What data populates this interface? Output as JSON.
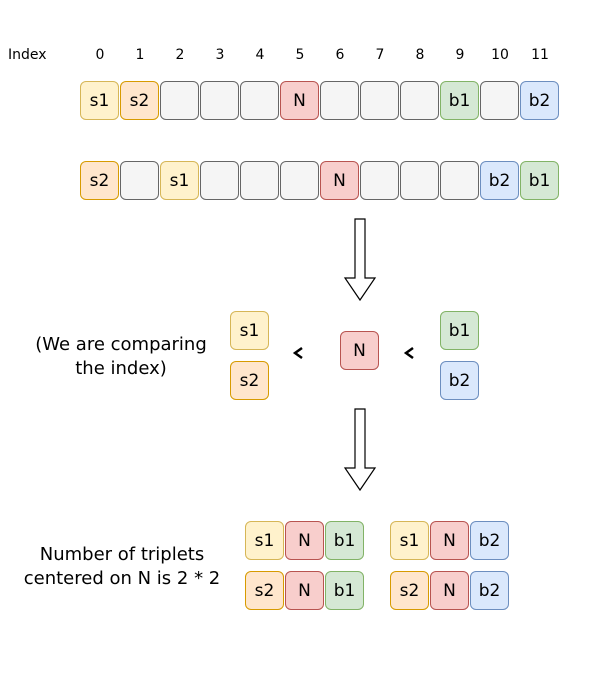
{
  "index_label": "Index",
  "indices": [
    "0",
    "1",
    "2",
    "3",
    "4",
    "5",
    "6",
    "7",
    "8",
    "9",
    "10",
    "11"
  ],
  "row1": [
    "s1",
    "s2",
    "",
    "",
    "",
    "N",
    "",
    "",
    "",
    "b1",
    "",
    "b2"
  ],
  "row2": [
    "s2",
    "",
    "s1",
    "",
    "",
    "",
    "N",
    "",
    "",
    "",
    "b2",
    "b1"
  ],
  "compare": {
    "note": "(We are comparing the index)",
    "left": [
      "s1",
      "s2"
    ],
    "center": "N",
    "right": [
      "b1",
      "b2"
    ],
    "op1": "<",
    "op2": "<"
  },
  "result": {
    "note": "Number of triplets centered on N is 2 * 2",
    "triplets": [
      [
        "s1",
        "N",
        "b1"
      ],
      [
        "s1",
        "N",
        "b2"
      ],
      [
        "s2",
        "N",
        "b1"
      ],
      [
        "s2",
        "N",
        "b2"
      ]
    ]
  },
  "colors": {
    "s1": "#fff2cc",
    "s2": "#ffe6cc",
    "N": "#f8cecc",
    "b1": "#d5e8d4",
    "b2": "#dae8fc",
    "empty": "#f5f5f5"
  }
}
